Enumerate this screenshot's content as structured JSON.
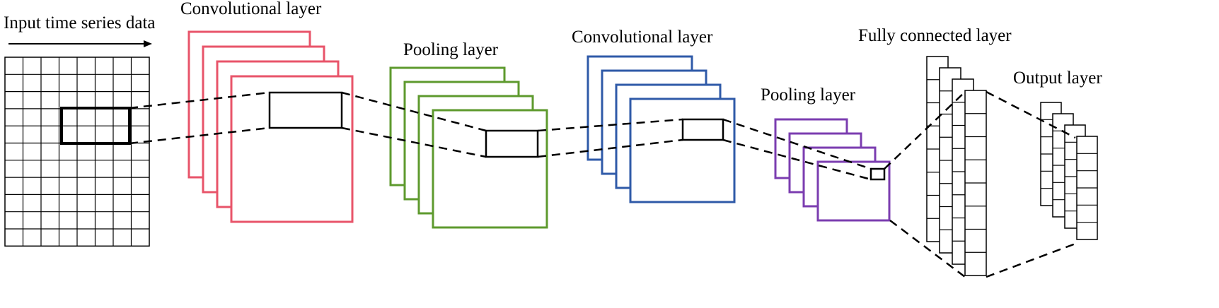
{
  "labels": {
    "input": "Input time series data",
    "conv1": "Convolutional layer",
    "pool1": "Pooling layer",
    "conv2": "Convolutional layer",
    "pool2": "Pooling layer",
    "fc": "Fully connected layer",
    "output": "Output layer"
  },
  "colors": {
    "conv1": "#e8546a",
    "pool1": "#5e9a2e",
    "conv2": "#2f5aa8",
    "pool2": "#7b3db0",
    "ink": "#000000"
  }
}
